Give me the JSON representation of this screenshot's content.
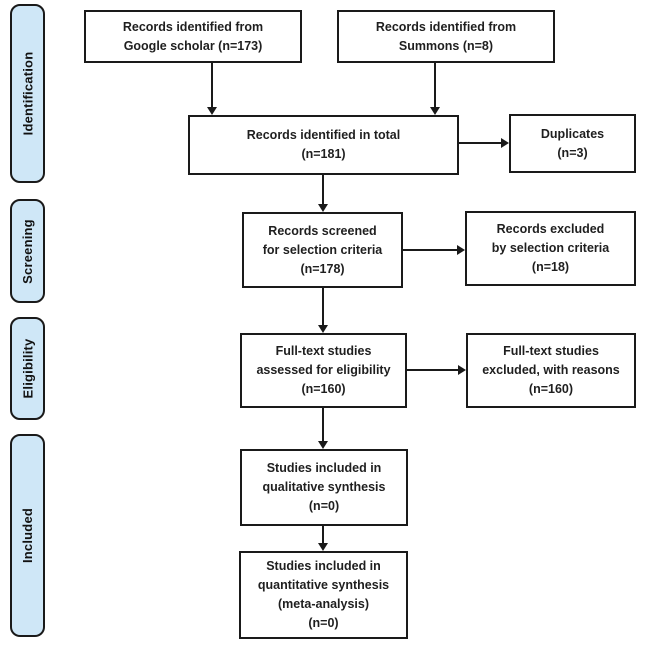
{
  "colors": {
    "stage_fill": "#cfe7f7",
    "line": "#1a1a1a",
    "background": "#ffffff"
  },
  "stages": [
    {
      "label": "Identification"
    },
    {
      "label": "Screening"
    },
    {
      "label": "Eligibility"
    },
    {
      "label": "Included"
    }
  ],
  "boxes": {
    "google_scholar": {
      "text": "Records identified from\nGoogle scholar (n=173)",
      "n": 173
    },
    "summons": {
      "text": "Records identified from\nSummons (n=8)",
      "n": 8
    },
    "total": {
      "text": "Records identified in total\n(n=181)",
      "n": 181
    },
    "duplicates": {
      "text": "Duplicates\n(n=3)",
      "n": 3
    },
    "screened": {
      "text": "Records screened\nfor selection criteria\n(n=178)",
      "n": 178
    },
    "screen_excluded": {
      "text": "Records excluded\nby selection criteria\n(n=18)",
      "n": 18
    },
    "fulltext": {
      "text": "Full-text studies\nassessed for eligibility\n(n=160)",
      "n": 160
    },
    "fulltext_excluded": {
      "text": "Full-text studies\nexcluded, with reasons\n(n=160)",
      "n": 160
    },
    "qualitative": {
      "text": "Studies included in\nqualitative synthesis\n(n=0)",
      "n": 0
    },
    "quantitative": {
      "text": "Studies included in\nquantitative synthesis\n(meta-analysis)\n(n=0)",
      "n": 0
    }
  }
}
